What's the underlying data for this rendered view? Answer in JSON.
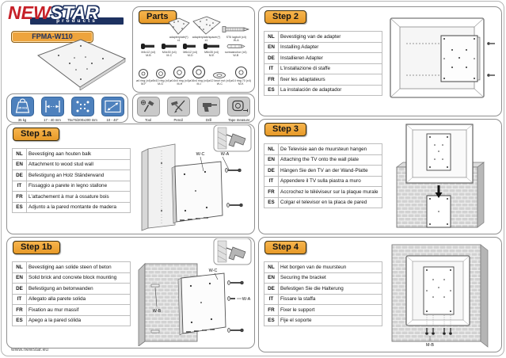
{
  "brand": {
    "logo_new": "NEW",
    "logo_star": "STAR",
    "logo_products": "products",
    "model": "FPMA-W110"
  },
  "footer": {
    "url": "www.newstar.eu"
  },
  "parts": {
    "title": "Parts",
    "items": [
      {
        "label": "adapterplate(*)",
        "qty": "x1"
      },
      {
        "label": "adapterplate/spacer(*)",
        "qty": "x1"
      },
      {
        "label": "ST6 lagbolt (x4)",
        "qty": "W-A"
      },
      {
        "label": "M4x12 (x4)",
        "qty": "M-B"
      },
      {
        "label": "M4x30 (x4)",
        "qty": "M-C"
      },
      {
        "label": "M6x12 (x4)",
        "qty": "M-D"
      },
      {
        "label": "M6x35 (x4)",
        "qty": "M-E"
      },
      {
        "label": "screwanchor (x4)",
        "qty": "W-B"
      },
      {
        "label": "ø4 ring (x4)",
        "qty": "M-F"
      },
      {
        "label": "ø5x10 ring (x4)",
        "qty": "M-G"
      },
      {
        "label": "ø14x4 ring (x4)",
        "qty": "M-H"
      },
      {
        "label": "ø16x4 ring (x4)",
        "qty": "M-I"
      },
      {
        "label": "ø12 knurl nut (x4)",
        "qty": "W-C"
      },
      {
        "label": "ø14 ring 70 (x4)",
        "qty": "M-K"
      }
    ]
  },
  "spec_icons": {
    "items": [
      {
        "name": "max-weight",
        "label": "35 kg",
        "inner": "35 KG"
      },
      {
        "name": "wall-distance",
        "label": "17 - 40 mm"
      },
      {
        "name": "vesa-pattern",
        "label": "75x75/200x200 mm"
      },
      {
        "name": "screen-size",
        "label": "10 - 40\""
      }
    ]
  },
  "tool_icons": {
    "items": [
      {
        "name": "tool",
        "label": "Tool"
      },
      {
        "name": "pencil",
        "label": "Pencil"
      },
      {
        "name": "drill",
        "label": "Drill"
      },
      {
        "name": "tape-measure",
        "label": "Tape measure"
      }
    ]
  },
  "steps": {
    "s1a": {
      "title": "Step 1a",
      "rows": [
        {
          "code": "NL",
          "text": "Bevestiging aan houten balk"
        },
        {
          "code": "EN",
          "text": "Attachment to wood stud wall"
        },
        {
          "code": "DE",
          "text": "Befestigung an Holz Ständerwand"
        },
        {
          "code": "IT",
          "text": "Fissaggio a parete in legno stallone"
        },
        {
          "code": "FR",
          "text": "L'attachement à mur à ossature bois"
        },
        {
          "code": "ES",
          "text": "Adjunto a la pared montante de madera"
        }
      ],
      "fig": {
        "wc": "W-C",
        "wa": "W-A"
      }
    },
    "s1b": {
      "title": "Step 1b",
      "rows": [
        {
          "code": "NL",
          "text": "Bevestiging aan solide steen of beton"
        },
        {
          "code": "EN",
          "text": "Solid brick and concrete block mounting"
        },
        {
          "code": "DE",
          "text": "Befestigung an betonwanden"
        },
        {
          "code": "IT",
          "text": "Allegato alla parete solida"
        },
        {
          "code": "FR",
          "text": "Fixation au mur massif"
        },
        {
          "code": "ES",
          "text": "Apego a la pared sólida"
        }
      ],
      "fig": {
        "wc": "W-C",
        "wb": "W-B",
        "wa": "W-A"
      }
    },
    "s2": {
      "title": "Step 2",
      "rows": [
        {
          "code": "NL",
          "text": "Bevestiging van de adapter"
        },
        {
          "code": "EN",
          "text": "Installing Adapter"
        },
        {
          "code": "DE",
          "text": "Installieren Adapter"
        },
        {
          "code": "IT",
          "text": "L'installazione di staffe"
        },
        {
          "code": "FR",
          "text": "fixer les adaptateurs"
        },
        {
          "code": "ES",
          "text": "La instalación de adaptador"
        }
      ]
    },
    "s3": {
      "title": "Step 3",
      "rows": [
        {
          "code": "NL",
          "text": "De Televisie aan de muursteun hangen"
        },
        {
          "code": "EN",
          "text": "Attaching the TV onto the wall plate"
        },
        {
          "code": "DE",
          "text": "Hängen Sie den TV an der Wand-Platte"
        },
        {
          "code": "IT",
          "text": "Appendere il TV sulla piastra a muro"
        },
        {
          "code": "FR",
          "text": "Accrochez le téléviseur sur la plaque murale"
        },
        {
          "code": "ES",
          "text": "Colgar el televisor en la placa de pared"
        }
      ]
    },
    "s4": {
      "title": "Step 4",
      "rows": [
        {
          "code": "NL",
          "text": "Het borgen van de muursteun"
        },
        {
          "code": "EN",
          "text": "Securing the bracket"
        },
        {
          "code": "DE",
          "text": "Befestigen Sie die Halterung"
        },
        {
          "code": "IT",
          "text": "Fissare la staffa"
        },
        {
          "code": "FR",
          "text": "Fixer le support"
        },
        {
          "code": "ES",
          "text": "Fije el soporte"
        }
      ],
      "fig": {
        "mb": "M-B"
      }
    }
  }
}
